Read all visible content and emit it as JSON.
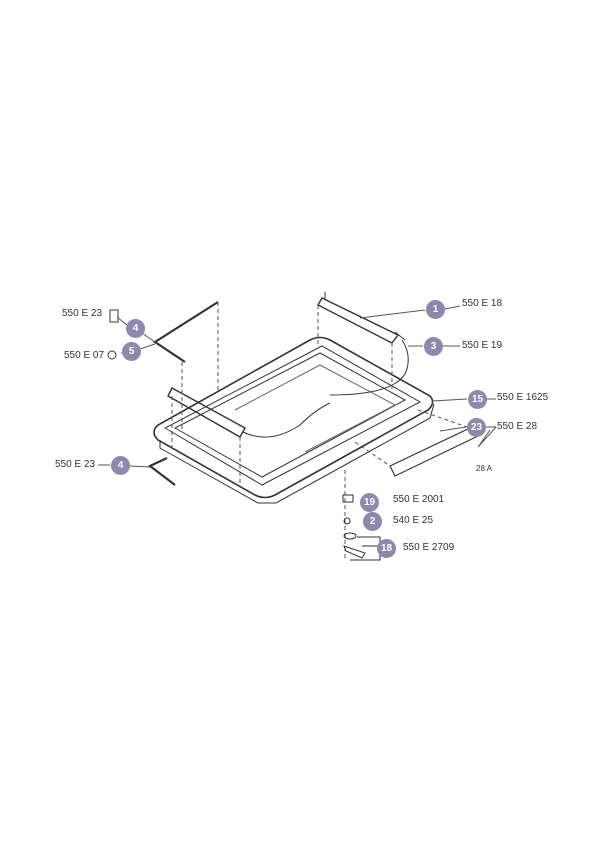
{
  "callouts": [
    {
      "number": "1",
      "part": "550 E 18"
    },
    {
      "number": "3",
      "part": "550 E 19"
    },
    {
      "number": "15",
      "part": "550 E 1625"
    },
    {
      "number": "23",
      "part": "550 E 28"
    },
    {
      "number": "19",
      "part": "550 E 2001"
    },
    {
      "number": "2",
      "part": "540 E 25"
    },
    {
      "number": "18",
      "part": "550 E 2709"
    },
    {
      "number": "4",
      "part": "550 E 23"
    },
    {
      "number": "5",
      "part": "550 E 07"
    },
    {
      "number": "4",
      "part": "550 E 23"
    }
  ],
  "sub_label": "28 A",
  "colors": {
    "badge": "#8d88ad",
    "line": "#333333"
  }
}
